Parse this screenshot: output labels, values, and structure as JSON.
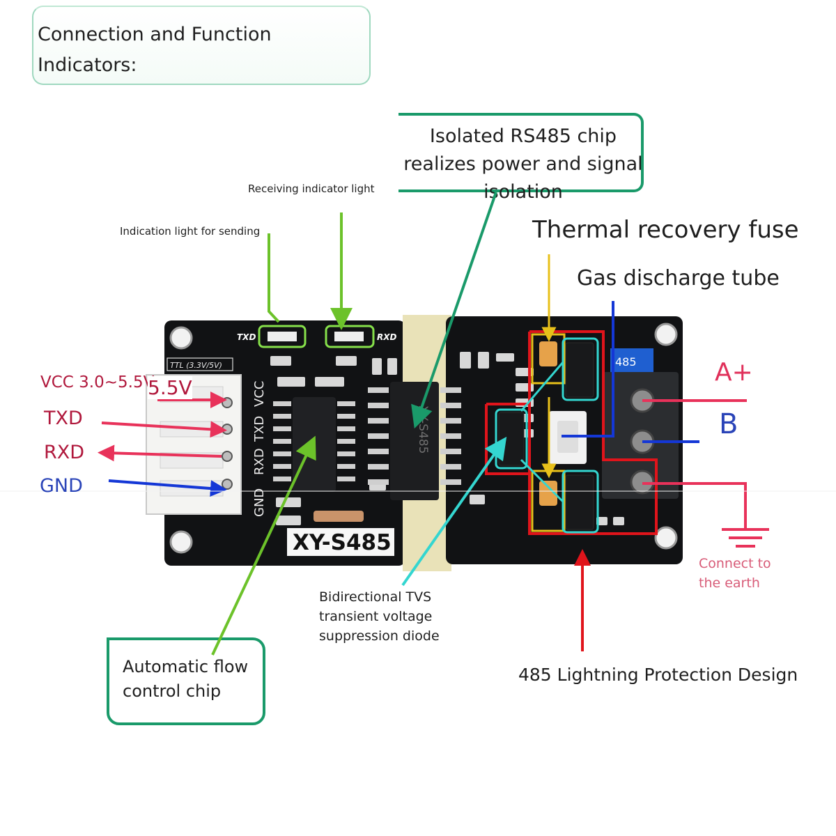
{
  "title": "Connection and Function Indicators:",
  "labels": {
    "receiving_light": "Receiving indicator light",
    "sending_light": "Indication light for sending",
    "isolated_chip": "Isolated RS485 chip realizes power and signal isolation",
    "thermal_fuse": "Thermal recovery fuse",
    "gas_tube": "Gas discharge tube",
    "tvs_line1": "Bidirectional TVS",
    "tvs_line2": "transient voltage",
    "tvs_line3": "suppression diode",
    "flow_chip": "Automatic flow control chip",
    "lightning": "485 Lightning Protection Design",
    "earth_line1": "Connect to",
    "earth_line2": "the earth"
  },
  "pins": {
    "vcc": "VCC 3.0~5.5V",
    "txd": "TXD",
    "rxd": "RXD",
    "gnd": "GND",
    "a_plus": "A+",
    "b": "B"
  },
  "board": {
    "model": "XY-S485",
    "chip_marking": "XY-S485",
    "ttl_label": "TTL (3.3V/5V)",
    "pin_silk": [
      "GND",
      "RXD",
      "TXD",
      "VCC"
    ],
    "txd_led": "TXD",
    "rxd_led": "RXD",
    "terminal_label": "485",
    "overlay_voltage": "5.5V"
  },
  "colors": {
    "green_arrow": "#6cc22a",
    "teal_box": "#1a9a6a",
    "cyan": "#34d6d0",
    "red_box": "#e0141b",
    "yellow": "#e8c01a",
    "blue": "#1437d6",
    "pink": "#e8325a",
    "pin_label_red": "#b0183c",
    "pin_label_blue": "#2a44b8",
    "earth_text": "#d85c78"
  }
}
